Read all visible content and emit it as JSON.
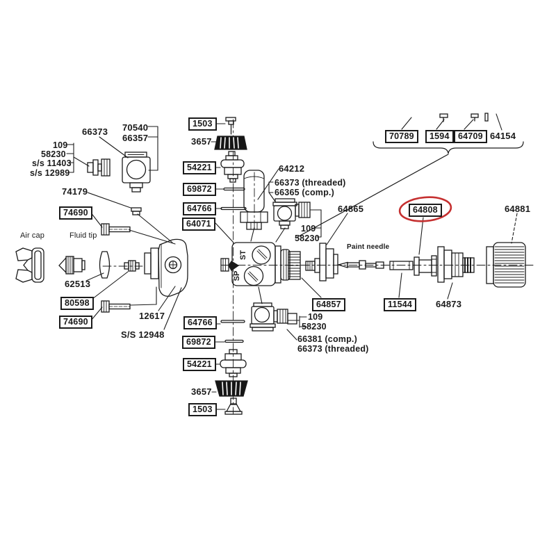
{
  "figure": {
    "kind": "exploded-parts-diagram",
    "subject": "spray gun parts breakdown",
    "line_color": "#1a1a1a",
    "background": "#ffffff",
    "highlight": {
      "part": "64808",
      "color": "#c53030",
      "shape": "ellipse"
    }
  },
  "labels": {
    "n1503": "1503",
    "n3657": "3657",
    "n54221": "54221",
    "n69872": "69872",
    "n64766": "64766",
    "n64071": "64071",
    "n64212": "64212",
    "n66373_threaded": "66373 (threaded)",
    "n66365_comp": "66365 (comp.)",
    "n66381_comp": "66381 (comp.)",
    "n109": "109",
    "n58230": "58230",
    "ss11403": "s/s 11403",
    "ss12989": "s/s 12989",
    "n66373": "66373",
    "n70540": "70540",
    "n66357": "66357",
    "n74179": "74179",
    "n74690": "74690",
    "n80598": "80598",
    "n62513": "62513",
    "n12617": "12617",
    "ss12948": "S/S 12948",
    "air_cap": "Air cap",
    "fluid_tip": "Fluid tip",
    "paint_needle": "Paint needle",
    "n70789": "70789",
    "n1594": "1594",
    "n64709": "64709",
    "n64154": "64154",
    "n64865": "64865",
    "n64808": "64808",
    "n64881": "64881",
    "n64873": "64873",
    "n11544": "11544",
    "n64857": "64857",
    "marking_st": "ST",
    "marking_sp": "SP"
  }
}
